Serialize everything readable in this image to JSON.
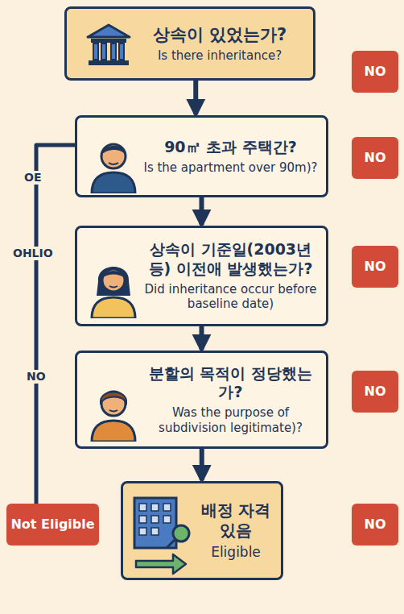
{
  "diagram": {
    "nodes": [
      {
        "text": [
          "상속이 있었는가?",
          "Is there inheritance?"
        ]
      },
      {
        "text": [
          "NO"
        ]
      },
      {
        "text": [
          "90㎡ 초과 주택간?",
          "Is the apartment over 90m)?"
        ]
      },
      {
        "text": [
          "NO"
        ]
      },
      {
        "text": [
          "상속이 기준일(2003년 등) 이전애 발생했는가?",
          "Did inheritance occur before baseline date)"
        ]
      },
      {
        "text": [
          "NO"
        ]
      },
      {
        "text": [
          "분할의 목적이 정당했는가?",
          "Was the purpose of subdivision legitimate)?"
        ]
      },
      {
        "text": [
          "NO"
        ]
      },
      {
        "text": [
          "배정 자격 있음",
          "Eligible"
        ]
      },
      {
        "text": [
          "Not Eligible"
        ]
      },
      {
        "text": [
          "NO"
        ]
      }
    ],
    "edges": [
      {
        "from": 0,
        "to": 2,
        "arrow": "to"
      },
      {
        "from": 2,
        "to": 4,
        "arrow": "to"
      },
      {
        "from": 4,
        "to": 6,
        "arrow": "to"
      },
      {
        "from": 6,
        "to": 8,
        "arrow": "to"
      },
      {
        "from": 2,
        "to": 9,
        "arrow": "none"
      }
    ],
    "labels": [
      "OE",
      "OHLIO",
      "NO"
    ]
  }
}
